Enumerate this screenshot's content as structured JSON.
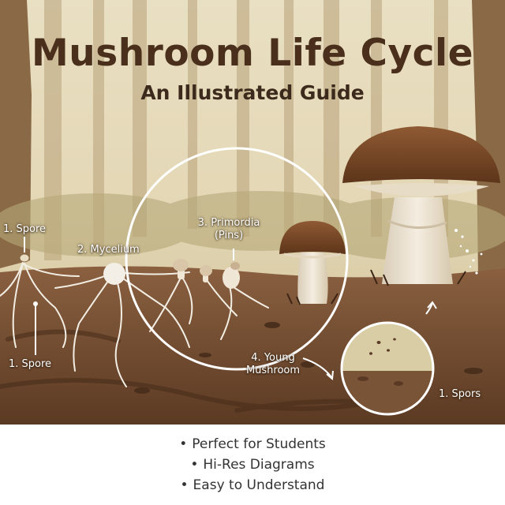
{
  "header": {
    "title": "Mushroom Life Cycle",
    "subtitle": "An Illustrated Guide"
  },
  "stages": {
    "spore_top": "1. Spore",
    "mycelium": "2. Mycelium",
    "primordia_line1": "3. Primordia",
    "primordia_line2": "(Pins)",
    "spore_bottom": "1. Spore",
    "young_line1": "4. Young",
    "young_line2": "Mushroom",
    "spors": "1. Spors"
  },
  "features": [
    {
      "bullet": "•",
      "text": "Perfect for Students"
    },
    {
      "bullet": "•",
      "text": "Hi-Res Diagrams"
    },
    {
      "bullet": "•",
      "text": "Easy to Understand"
    }
  ],
  "colors": {
    "sky": "#ece3c6",
    "mist": "#d8cda6",
    "ground": "#7b5538",
    "ground_dark": "#5a3a24",
    "cap": "#7a4a2a",
    "stem": "#efe6d6",
    "title": "#4a2f1c",
    "circle": "#ffffff"
  }
}
